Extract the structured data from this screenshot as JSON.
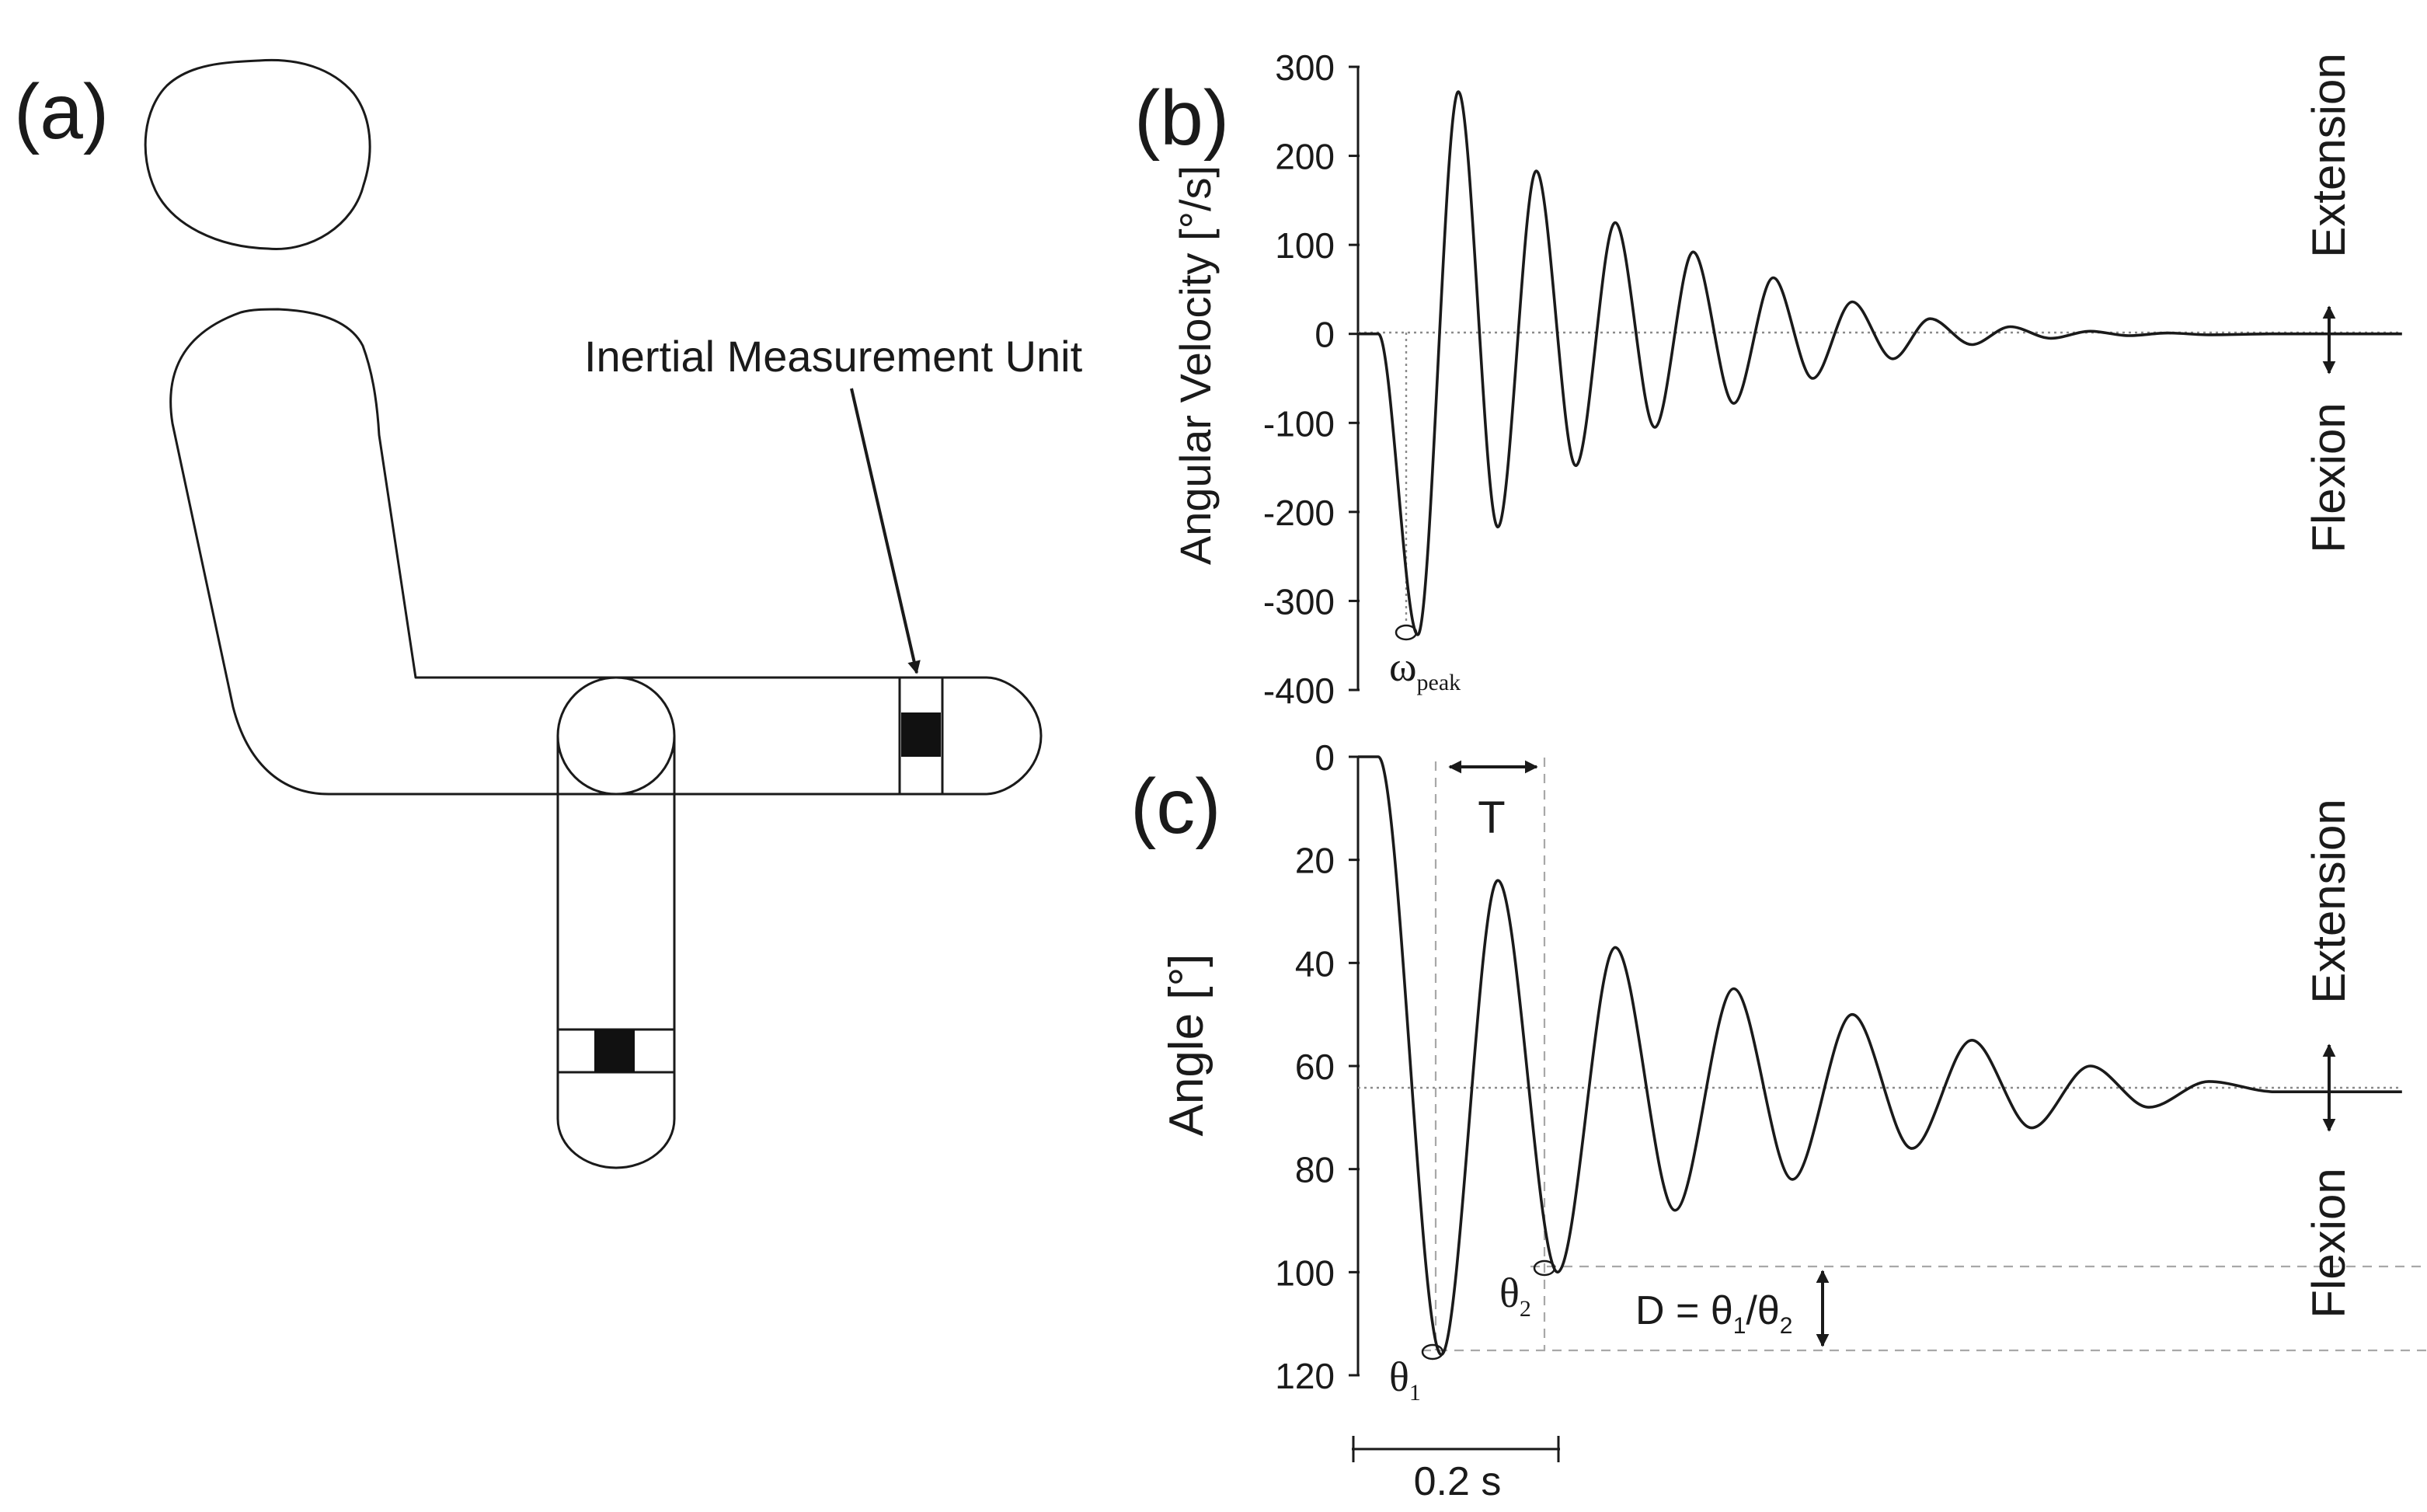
{
  "panel_a": {
    "label": "(a)",
    "imu_label": "Inertial Measurement Unit"
  },
  "panel_b": {
    "label": "(b)",
    "ylabel": "Angular Velocity  [°/s]",
    "yticks": [
      "300",
      "200",
      "100",
      "0",
      "-100",
      "-200",
      "-300",
      "-400"
    ],
    "side_top": "Extension",
    "side_bottom": "Flexion",
    "peak_label": "ω",
    "peak_sub": "peak"
  },
  "panel_c": {
    "label": "(c)",
    "ylabel": "Angle [°]",
    "yticks": [
      "0",
      "20",
      "40",
      "60",
      "80",
      "100",
      "120"
    ],
    "side_top": "Extension",
    "side_bottom": "Flexion",
    "period_label": "T",
    "theta1": "θ",
    "theta1_sub": "1",
    "theta2": "θ",
    "theta2_sub": "2",
    "damping_prefix": "D = θ",
    "damping_sub1": "1",
    "damping_mid": "/θ",
    "damping_sub2": "2",
    "scale_label": "0.2 s"
  },
  "chart_data": [
    {
      "type": "line",
      "panel": "(b)",
      "ylabel": "Angular Velocity  [°/s]",
      "ylim": [
        -400,
        300
      ],
      "x_unit": "s",
      "grid": false,
      "series": [
        {
          "x": [
            0.0,
            0.019,
            0.056,
            0.094,
            0.131,
            0.167,
            0.204,
            0.241,
            0.278,
            0.314,
            0.352,
            0.389,
            0.426,
            0.463,
            0.501,
            0.536,
            0.575,
            0.611,
            0.649,
            0.686,
            0.722,
            0.759,
            0.797,
            0.859,
            0.978
          ],
          "values": [
            0,
            0,
            -338,
            272,
            -217,
            183,
            -148,
            125,
            -105,
            92,
            -78,
            63,
            -50,
            36,
            -28,
            17,
            -12,
            8,
            -5,
            3,
            -2,
            1,
            -1,
            0,
            0
          ]
        }
      ],
      "annotations": [
        "ω peak = -338 °/s at the first flexion trough"
      ]
    },
    {
      "type": "line",
      "panel": "(c)",
      "ylabel": "Angle [°]",
      "ylim": [
        0,
        120
      ],
      "y_inverted": true,
      "x_unit": "s",
      "grid": false,
      "series": [
        {
          "x": [
            0.0,
            0.019,
            0.078,
            0.131,
            0.187,
            0.241,
            0.297,
            0.352,
            0.407,
            0.463,
            0.519,
            0.575,
            0.631,
            0.686,
            0.741,
            0.797,
            0.859,
            0.978
          ],
          "values": [
            0,
            0,
            116,
            24,
            100,
            37,
            88,
            45,
            82,
            50,
            76,
            55,
            72,
            60,
            68,
            63,
            65,
            65
          ]
        }
      ],
      "reference_lines": {
        "final_angle": 65,
        "theta1": 116,
        "theta2": 100
      },
      "annotations": [
        "T = period between first two flexion peaks",
        "D = θ1/θ2",
        "scale bar 0.2 s"
      ]
    }
  ]
}
